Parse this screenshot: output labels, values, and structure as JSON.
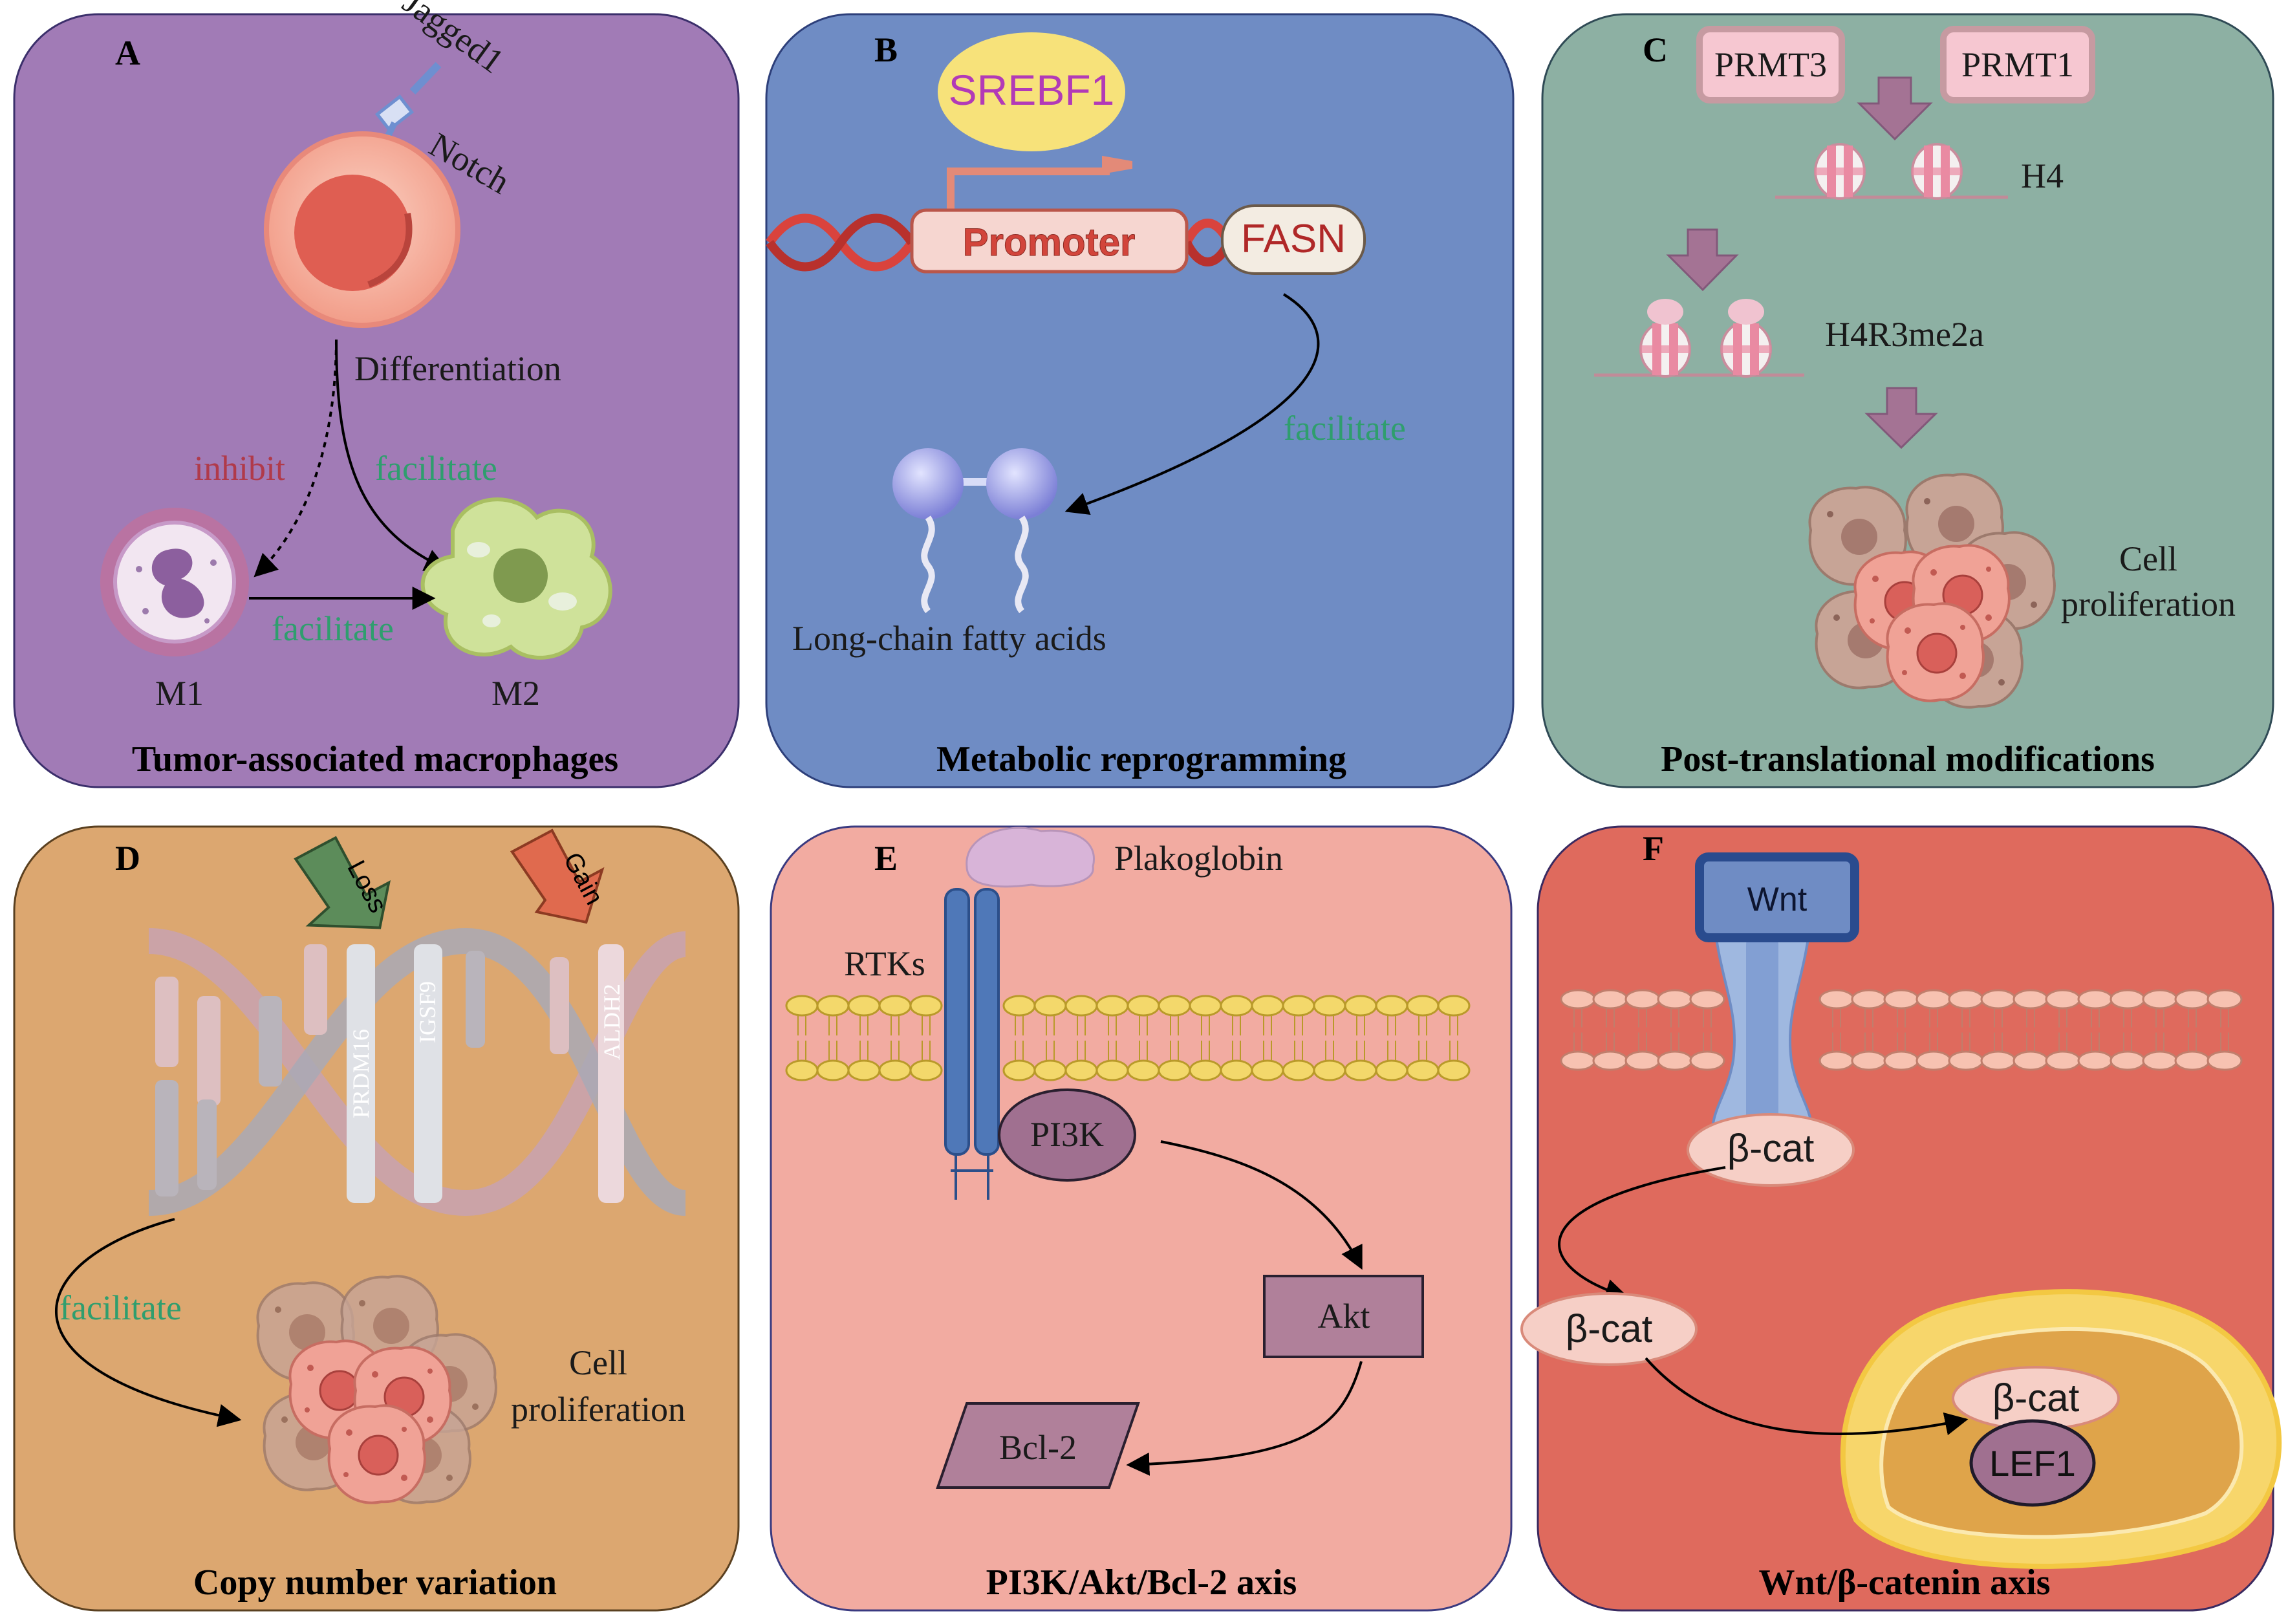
{
  "panels": {
    "A": {
      "letter": "A",
      "title": "Tumor-associated macrophages",
      "jagged": "Jagged1",
      "notch": "Notch",
      "differentiation": "Differentiation",
      "inhibit": "inhibit",
      "facilitate_top": "facilitate",
      "facilitate_bottom": "facilitate",
      "m1": "M1",
      "m2": "M2"
    },
    "B": {
      "letter": "B",
      "title": "Metabolic reprogramming",
      "srebf1": "SREBF1",
      "promoter": "Promoter",
      "fasn": "FASN",
      "facilitate": "facilitate",
      "fatty_acids": "Long-chain fatty acids"
    },
    "C": {
      "letter": "C",
      "title": "Post-translational modifications",
      "prmt3": "PRMT3",
      "prmt1": "PRMT1",
      "h4": "H4",
      "h4r3": "H4R3me2a",
      "cell": "Cell",
      "proliferation": "proliferation"
    },
    "D": {
      "letter": "D",
      "title": "Copy number variation",
      "loss": "Loss",
      "gain": "Gain",
      "gene1": "PRDM16",
      "gene2": "IGSF9",
      "gene3": "ALDH2",
      "facilitate": "facilitate",
      "cell": "Cell",
      "proliferation": "proliferation"
    },
    "E": {
      "letter": "E",
      "title": "PI3K/Akt/Bcl-2 axis",
      "plakoglobin": "Plakoglobin",
      "rtks": "RTKs",
      "pi3k": "PI3K",
      "akt": "Akt",
      "bcl2": "Bcl-2"
    },
    "F": {
      "letter": "F",
      "title": "Wnt/β-catenin axis",
      "wnt": "Wnt",
      "bcat1": "β-cat",
      "bcat2": "β-cat",
      "bcat3": "β-cat",
      "lef1": "LEF1"
    }
  },
  "colors": {
    "A_bg": "#a17bb6",
    "B_bg": "#6f8cc4",
    "C_bg": "#8db0a3",
    "D_bg": "#dca770",
    "E_bg": "#f2aba1",
    "F_bg": "#df6a5d"
  }
}
